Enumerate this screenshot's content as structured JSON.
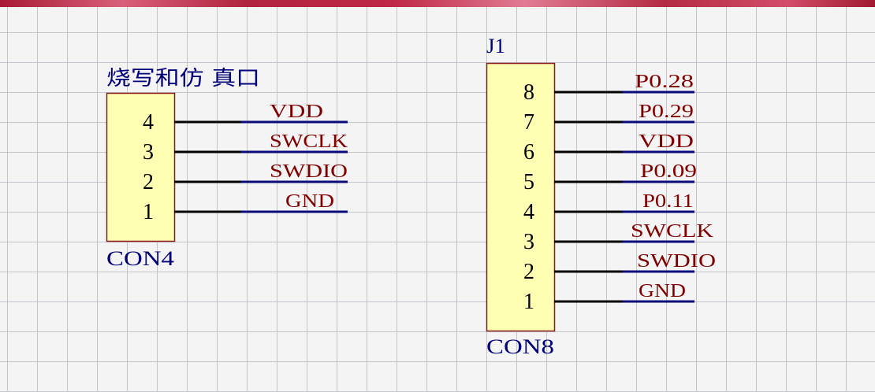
{
  "colors": {
    "header_band": "#c02848",
    "canvas_background": "#f4f4f4",
    "grid_line": "#c5c5cf",
    "component_fill": "#ffffb4",
    "component_border": "#8b1a1a",
    "pin_line": "#000000",
    "wire": "#0a0a7a",
    "net_label": "#800000",
    "label_text": "#00007a",
    "pin_number": "#000000"
  },
  "components": [
    {
      "top_label": "烧写和仿 真口",
      "bottom_label": "CON4",
      "pins": [
        {
          "number": "4",
          "net": "VDD"
        },
        {
          "number": "3",
          "net": "SWCLK"
        },
        {
          "number": "2",
          "net": "SWDIO"
        },
        {
          "number": "1",
          "net": "GND"
        }
      ]
    },
    {
      "top_label": "J1",
      "bottom_label": "CON8",
      "pins": [
        {
          "number": "8",
          "net": "P0.28"
        },
        {
          "number": "7",
          "net": "P0.29"
        },
        {
          "number": "6",
          "net": "VDD"
        },
        {
          "number": "5",
          "net": "P0.09"
        },
        {
          "number": "4",
          "net": "P0.11"
        },
        {
          "number": "3",
          "net": "SWCLK"
        },
        {
          "number": "2",
          "net": "SWDIO"
        },
        {
          "number": "1",
          "net": "GND"
        }
      ]
    }
  ]
}
